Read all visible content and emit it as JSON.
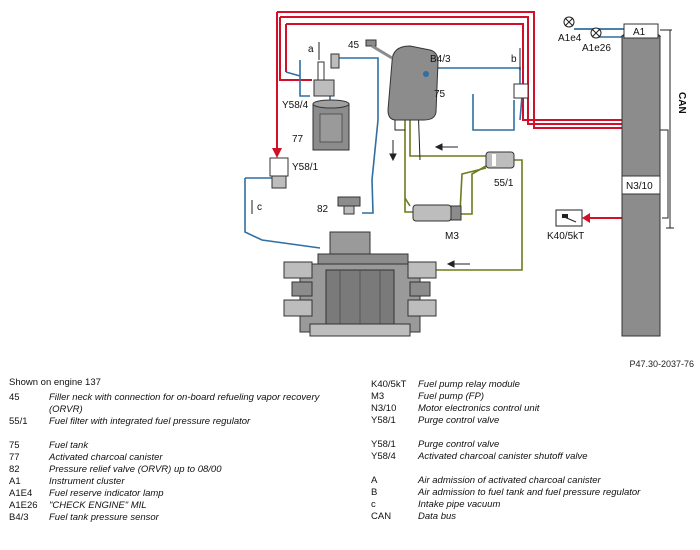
{
  "diagram": {
    "labels": {
      "a": "a",
      "b": "b",
      "c": "c",
      "n45": "45",
      "b43": "B4/3",
      "n75": "75",
      "y584": "Y58/4",
      "n77": "77",
      "y581": "Y58/1",
      "n82": "82",
      "m3": "M3",
      "n551": "55/1",
      "k40": "K40/5kT",
      "n310": "N3/10",
      "a1": "A1",
      "a1e4": "A1e4",
      "a1e26": "A1e26",
      "can": "CAN"
    }
  },
  "reference": "P47.30-2037-76",
  "legend_title": "Shown on engine 137",
  "legend_left": [
    {
      "code": "45",
      "desc": "Filler neck with connection for on-board refueling vapor recovery (ORVR)"
    },
    {
      "code": "55/1",
      "desc": "Fuel filter with integrated fuel pressure regulator"
    },
    {
      "code": "",
      "desc": ""
    },
    {
      "code": "75",
      "desc": "Fuel tank"
    },
    {
      "code": "77",
      "desc": "Activated charcoal canister"
    },
    {
      "code": "82",
      "desc": "Pressure relief valve (ORVR) up to 08/00"
    },
    {
      "code": "A1",
      "desc": "Instrument cluster"
    },
    {
      "code": "A1E4",
      "desc": "Fuel reserve indicator lamp"
    },
    {
      "code": "A1E26",
      "desc": "\"CHECK ENGINE\" MIL"
    },
    {
      "code": "B4/3",
      "desc": "Fuel tank pressure sensor"
    }
  ],
  "legend_right": [
    {
      "code": "K40/5kT",
      "desc": "Fuel pump relay module"
    },
    {
      "code": "M3",
      "desc": "Fuel pump (FP)"
    },
    {
      "code": "N3/10",
      "desc": "Motor electronics control unit"
    },
    {
      "code": "Y58/1",
      "desc": "Purge control valve"
    },
    {
      "code": "",
      "desc": ""
    },
    {
      "code": "Y58/1",
      "desc": "Purge control valve"
    },
    {
      "code": "Y58/4",
      "desc": "Activated charcoal canister shutoff valve"
    },
    {
      "code": "",
      "desc": ""
    },
    {
      "code": "A",
      "desc": "Air admission of activated charcoal canister"
    },
    {
      "code": "B",
      "desc": "Air admission to fuel tank and fuel pressure regulator"
    },
    {
      "code": "c",
      "desc": "Intake pipe vacuum"
    },
    {
      "code": "CAN",
      "desc": "Data bus"
    }
  ],
  "colors": {
    "wire_red": "#d2102a",
    "line_blue": "#2f6fa3",
    "line_olive": "#6f7a1c",
    "component_gray": "#8c8c8c",
    "dark": "#222222"
  }
}
